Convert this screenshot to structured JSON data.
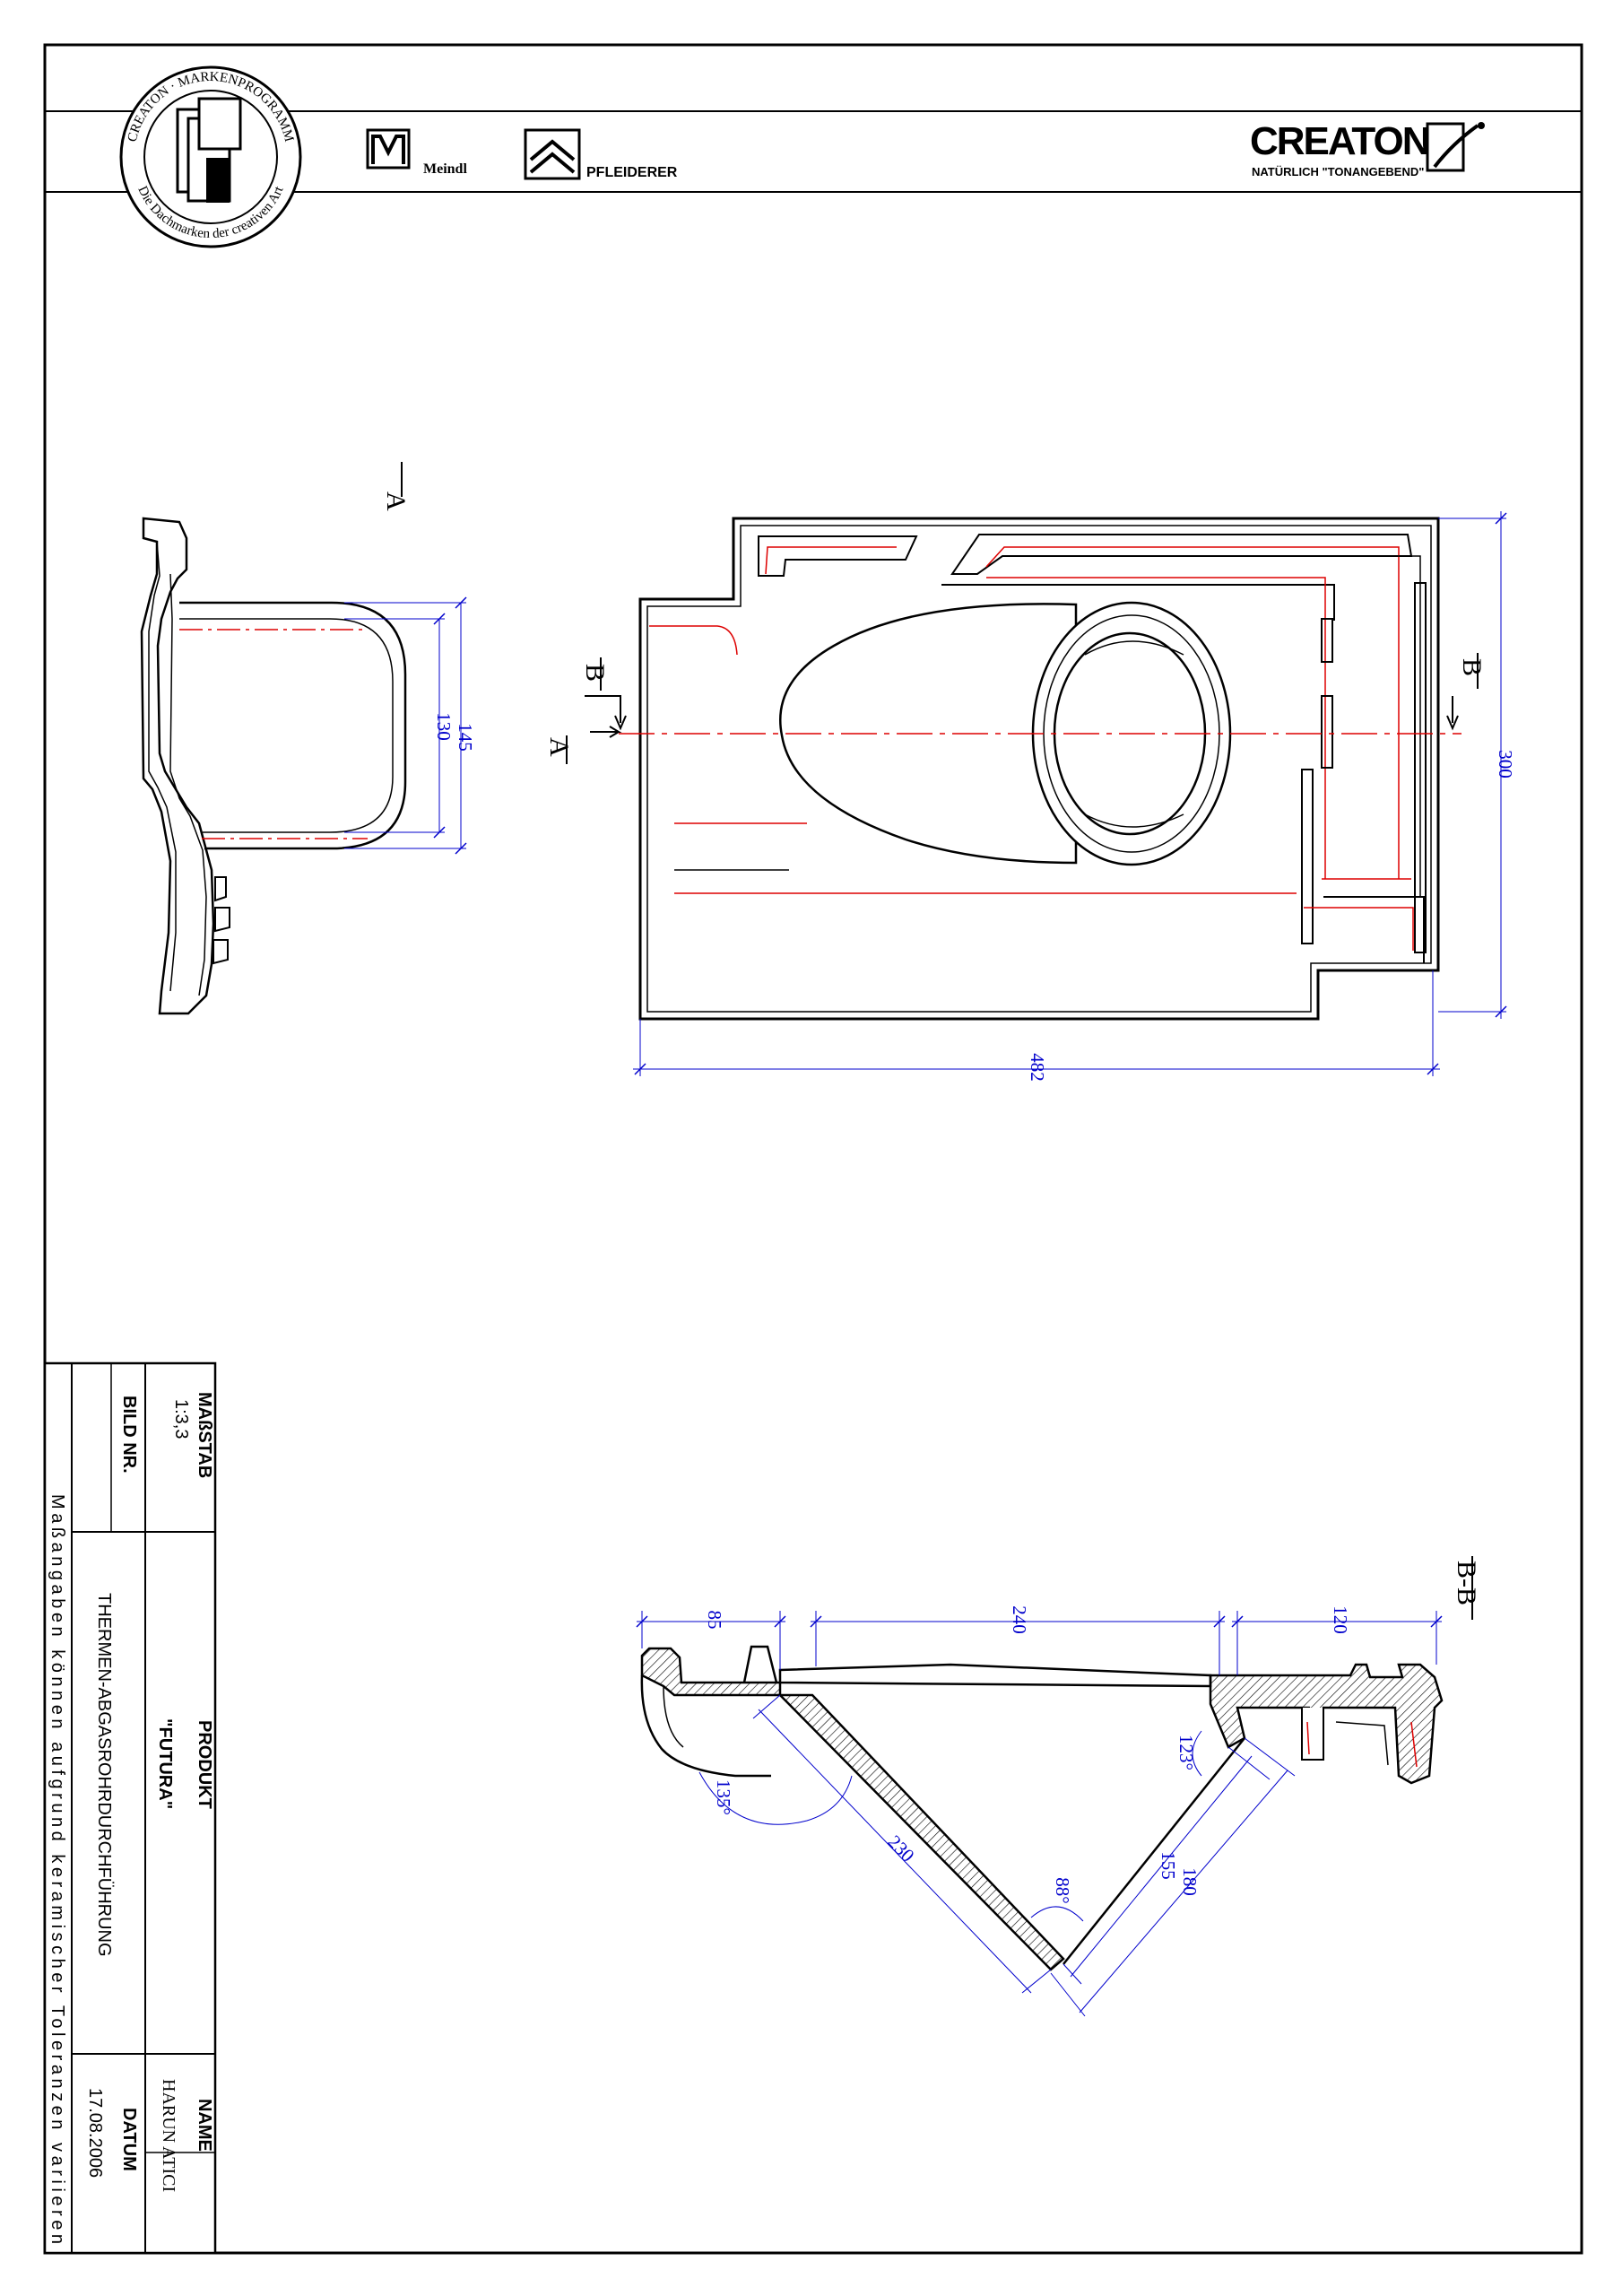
{
  "header": {
    "seal_top_text": "CREATON · MARKENPROGRAMM",
    "seal_bottom_text": "Die Dachmarken der creativen Art",
    "brand_meindl": "Meindl",
    "brand_pfleiderer": "PFLEIDERER",
    "brand_creaton": "CREATON",
    "brand_creaton_slogan": "NATÜRLICH \"TONANGEBEND\""
  },
  "views": {
    "section_label_a": "A",
    "section_label_b": "B",
    "section_title_bb": "B-B"
  },
  "dimensions": {
    "side_outer": "145",
    "side_inner": "130",
    "plan_height": "300",
    "plan_width": "482",
    "bb_left": "85",
    "bb_middle": "240",
    "bb_right": "120",
    "bb_slant": "230",
    "bb_short_inner": "155",
    "bb_short_outer": "180",
    "angle_left": "135°",
    "angle_right": "123°",
    "angle_bottom": "88°"
  },
  "title_block": {
    "scale_label": "MAßSTAB",
    "scale_value": "1:3,3",
    "image_no_label": "BILD NR.",
    "product_label": "PRODUKT",
    "product_name": "\"FUTURA\"",
    "product_desc": "THERMEN-ABGASROHRDURCHFÜHRUNG",
    "name_label": "NAME",
    "name_value": "HARUN ATICI",
    "date_label": "DATUM",
    "date_value": "17.08.2006",
    "footnote": "Maßangaben können aufgrund keramischer Toleranzen variieren"
  },
  "colors": {
    "dimension": "#0000cc",
    "centerline": "#dd0000",
    "outline": "#000000"
  }
}
